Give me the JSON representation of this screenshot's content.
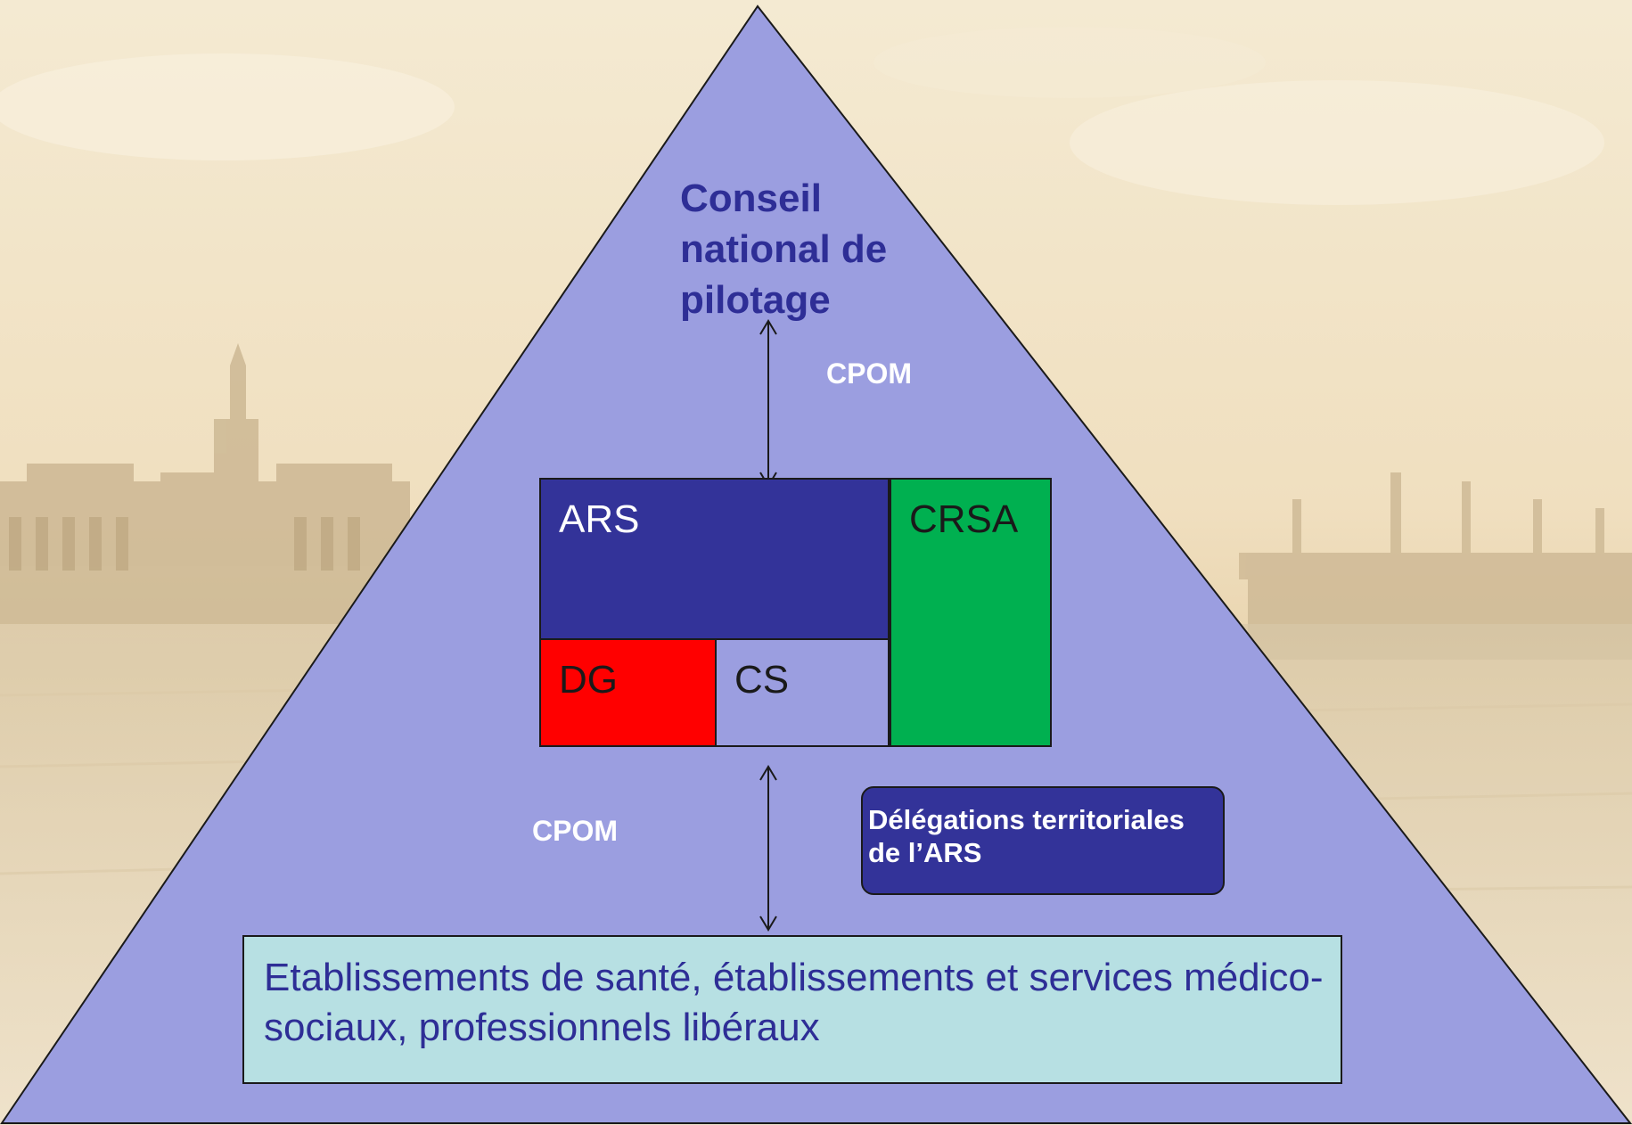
{
  "diagram": {
    "conseil_national": "Conseil national de pilotage",
    "cpom_top": "CPOM",
    "cpom_bottom": "CPOM",
    "ars": "ARS",
    "crsa": "CRSA",
    "dg": "DG",
    "cs": "CS",
    "delegations": "Délégations territoriales de l’ARS",
    "etablissements": "Etablissements de santé, établissements et services médico-sociaux, professionnels libéraux"
  },
  "colors": {
    "triangle": "#9b9ee0",
    "ars": "#333399",
    "dg": "#ff0000",
    "crsa": "#00b050",
    "etablissements": "#b7e0e3",
    "title_text": "#2e2e96"
  }
}
